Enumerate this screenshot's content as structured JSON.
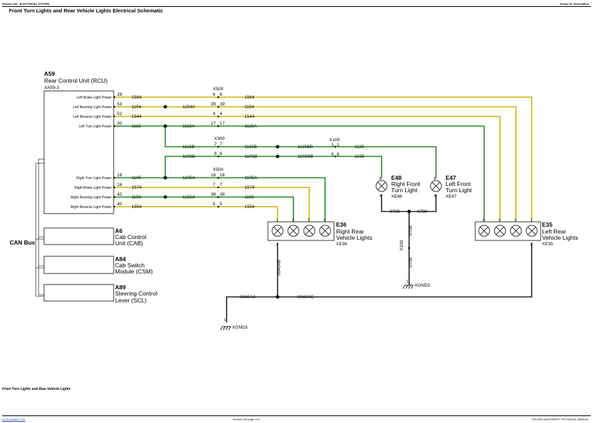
{
  "header": {
    "left": "Section 240 - ELECTRICAL SYSTEM",
    "right": "Group 10: Schematics",
    "title": "Front Turn Lights and Rear Vehicle Lights Electrical Schematic"
  },
  "footer": {
    "caption": "Front Turn Lights and Rear Vehicle Lights",
    "link": "Go to Section TOC",
    "page": "Section 240 page 174",
    "manual": "TM13390 MACHINERY TECHNICAL MANUAL"
  },
  "rcu": {
    "id": "A59",
    "name": "Rear Control Unit (RCU)",
    "connector": "XA59-3",
    "pins": [
      {
        "label": "Left Brake Light Power",
        "pin": "28"
      },
      {
        "label": "Left Running Light Power",
        "pin": "53"
      },
      {
        "label": "Left Reverse Light Power",
        "pin": "52"
      },
      {
        "label": "Left Turn Light Power",
        "pin": "30"
      },
      {
        "label": "Right Turn Light Power",
        "pin": "18"
      },
      {
        "label": "Right Brake Light Power",
        "pin": "16"
      },
      {
        "label": "Right Running Light Power",
        "pin": "42"
      },
      {
        "label": "Right Reverse Light Power",
        "pin": "40"
      }
    ]
  },
  "modules": [
    {
      "id": "A6",
      "line1": "Cab Control",
      "line2": "Unit (CAB)"
    },
    {
      "id": "A84",
      "line1": "Cab Switch",
      "line2": "Module (CSM)"
    },
    {
      "id": "A89",
      "line1": "Steering Control",
      "line2": "Lever (SCL)"
    }
  ],
  "can_bus": "CAN Bus",
  "connectors": {
    "x500_top": "X500",
    "x500_bottom": "X500",
    "x300": "X300",
    "x100_top": "X100",
    "x100_side": "X100"
  },
  "wires": {
    "w1564": "1564",
    "w1154": "1154",
    "w1154a": "1154A",
    "w1544": "1544",
    "w1115": "1115",
    "w1115a": "1115A",
    "w1115b": "1115B",
    "w1115bb": "1115BB",
    "w1105b": "1105B",
    "w1105bb": "1105BB",
    "w1105": "1105",
    "w1105a": "1105A",
    "w1574": "1574",
    "w1155": "1155",
    "w1155a": "1155A",
    "w1554": "1554",
    "w0700": "0700",
    "w0040ab": "0040AB",
    "w0040aa": "0040AA",
    "w0040ac": "0040AC"
  },
  "pins": {
    "p6": "6",
    "p4": "4",
    "p39": "39",
    "p17": "17",
    "p7": "7",
    "p8": "8",
    "p16": "16",
    "p38": "38",
    "p5": "5",
    "p1": "1",
    "p3": "3",
    "pA": "A",
    "pB": "B"
  },
  "lights": {
    "e36": {
      "id": "E36",
      "line1": "Right Rear",
      "line2": "Vehicle Lights",
      "conn": "XE36"
    },
    "e35": {
      "id": "E35",
      "line1": "Left Rear",
      "line2": "Vehicle Lights",
      "conn": "XE35"
    },
    "e48": {
      "id": "E48",
      "line1": "Right Front",
      "line2": "Turn Light",
      "conn": "XE48"
    },
    "e47": {
      "id": "E47",
      "line1": "Left Front",
      "line2": "Turn Light",
      "conn": "XE47"
    }
  },
  "grounds": {
    "g2": "XGND2",
    "g3": "XGND3"
  },
  "colors": {
    "yellow": "#c9b400",
    "green": "#1f8a1f",
    "black": "#222222"
  }
}
